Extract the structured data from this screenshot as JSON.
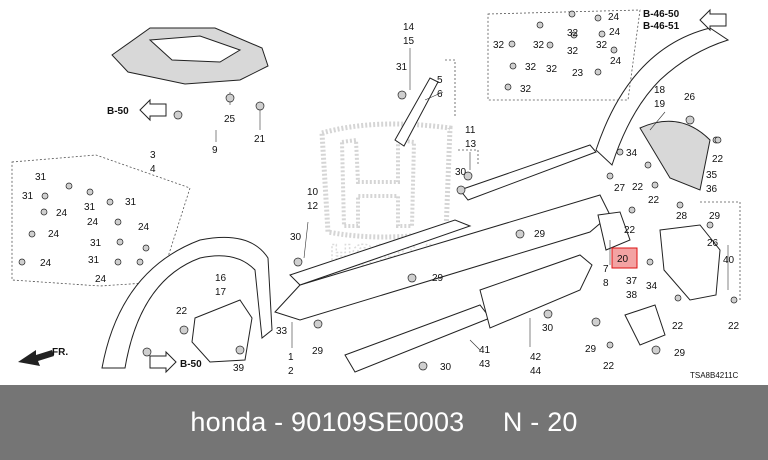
{
  "diagram": {
    "labels": [
      {
        "id": "l14",
        "text": "14"
      },
      {
        "id": "l15",
        "text": "15"
      },
      {
        "id": "l31a",
        "text": "31"
      },
      {
        "id": "l5",
        "text": "5"
      },
      {
        "id": "l6",
        "text": "6"
      },
      {
        "id": "l25",
        "text": "25"
      },
      {
        "id": "l9",
        "text": "9"
      },
      {
        "id": "l21",
        "text": "21"
      },
      {
        "id": "l11",
        "text": "11"
      },
      {
        "id": "l13",
        "text": "13"
      },
      {
        "id": "l30a",
        "text": "30"
      },
      {
        "id": "l3",
        "text": "3"
      },
      {
        "id": "l4",
        "text": "4"
      },
      {
        "id": "l31b",
        "text": "31"
      },
      {
        "id": "l31c",
        "text": "31"
      },
      {
        "id": "l24a",
        "text": "24"
      },
      {
        "id": "l31d",
        "text": "31"
      },
      {
        "id": "l31e",
        "text": "31"
      },
      {
        "id": "l24b",
        "text": "24"
      },
      {
        "id": "l24c",
        "text": "24"
      },
      {
        "id": "l31f",
        "text": "31"
      },
      {
        "id": "l24d",
        "text": "24"
      },
      {
        "id": "l31g",
        "text": "31"
      },
      {
        "id": "l24e",
        "text": "24"
      },
      {
        "id": "l24f",
        "text": "24"
      },
      {
        "id": "l10",
        "text": "10"
      },
      {
        "id": "l12",
        "text": "12"
      },
      {
        "id": "l30b",
        "text": "30"
      },
      {
        "id": "l29a",
        "text": "29"
      },
      {
        "id": "l29b",
        "text": "29"
      },
      {
        "id": "l16",
        "text": "16"
      },
      {
        "id": "l17",
        "text": "17"
      },
      {
        "id": "l22a",
        "text": "22"
      },
      {
        "id": "l39",
        "text": "39"
      },
      {
        "id": "l33",
        "text": "33"
      },
      {
        "id": "l29c",
        "text": "29"
      },
      {
        "id": "l1",
        "text": "1"
      },
      {
        "id": "l2",
        "text": "2"
      },
      {
        "id": "l41",
        "text": "41"
      },
      {
        "id": "l43",
        "text": "43"
      },
      {
        "id": "l30c",
        "text": "30"
      },
      {
        "id": "l42",
        "text": "42"
      },
      {
        "id": "l44",
        "text": "44"
      },
      {
        "id": "l30d",
        "text": "30"
      },
      {
        "id": "l32a",
        "text": "32"
      },
      {
        "id": "l32b",
        "text": "32"
      },
      {
        "id": "l32c",
        "text": "32"
      },
      {
        "id": "l24g",
        "text": "24"
      },
      {
        "id": "l32d",
        "text": "32"
      },
      {
        "id": "l24h",
        "text": "24"
      },
      {
        "id": "l32e",
        "text": "32"
      },
      {
        "id": "l32f",
        "text": "32"
      },
      {
        "id": "l23",
        "text": "23"
      },
      {
        "id": "l24i",
        "text": "24"
      },
      {
        "id": "l32g",
        "text": "32"
      },
      {
        "id": "l32h",
        "text": "32"
      },
      {
        "id": "l18",
        "text": "18"
      },
      {
        "id": "l19",
        "text": "19"
      },
      {
        "id": "l26a",
        "text": "26"
      },
      {
        "id": "l22b",
        "text": "22"
      },
      {
        "id": "l34a",
        "text": "34"
      },
      {
        "id": "l22c",
        "text": "22"
      },
      {
        "id": "l27",
        "text": "27"
      },
      {
        "id": "l22d",
        "text": "22"
      },
      {
        "id": "l35",
        "text": "35"
      },
      {
        "id": "l36",
        "text": "36"
      },
      {
        "id": "l22e",
        "text": "22"
      },
      {
        "id": "l28",
        "text": "28"
      },
      {
        "id": "l29d",
        "text": "29"
      },
      {
        "id": "l26b",
        "text": "26"
      },
      {
        "id": "l7",
        "text": "7"
      },
      {
        "id": "l8",
        "text": "8"
      },
      {
        "id": "l40",
        "text": "40"
      },
      {
        "id": "l34b",
        "text": "34"
      },
      {
        "id": "l37",
        "text": "37"
      },
      {
        "id": "l38",
        "text": "38"
      },
      {
        "id": "l22f",
        "text": "22"
      },
      {
        "id": "l29e",
        "text": "29"
      },
      {
        "id": "l22g",
        "text": "22"
      },
      {
        "id": "l29f",
        "text": "29"
      },
      {
        "id": "l22h",
        "text": "22"
      }
    ],
    "refs": {
      "b50_top": "B-50",
      "b50_bottom": "B-50",
      "b4650": "B-46-50",
      "b4651": "B-46-51"
    },
    "front_arrow": "FR.",
    "highlight_label": "20",
    "diagram_code": "TSA8B4211C"
  },
  "caption": {
    "text": "honda - 90109SE0003     N - 20"
  },
  "colors": {
    "caption_bg": "#757575",
    "caption_text": "#ffffff",
    "highlight_fill": "#f3a3a3",
    "highlight_stroke": "#dd1111"
  }
}
